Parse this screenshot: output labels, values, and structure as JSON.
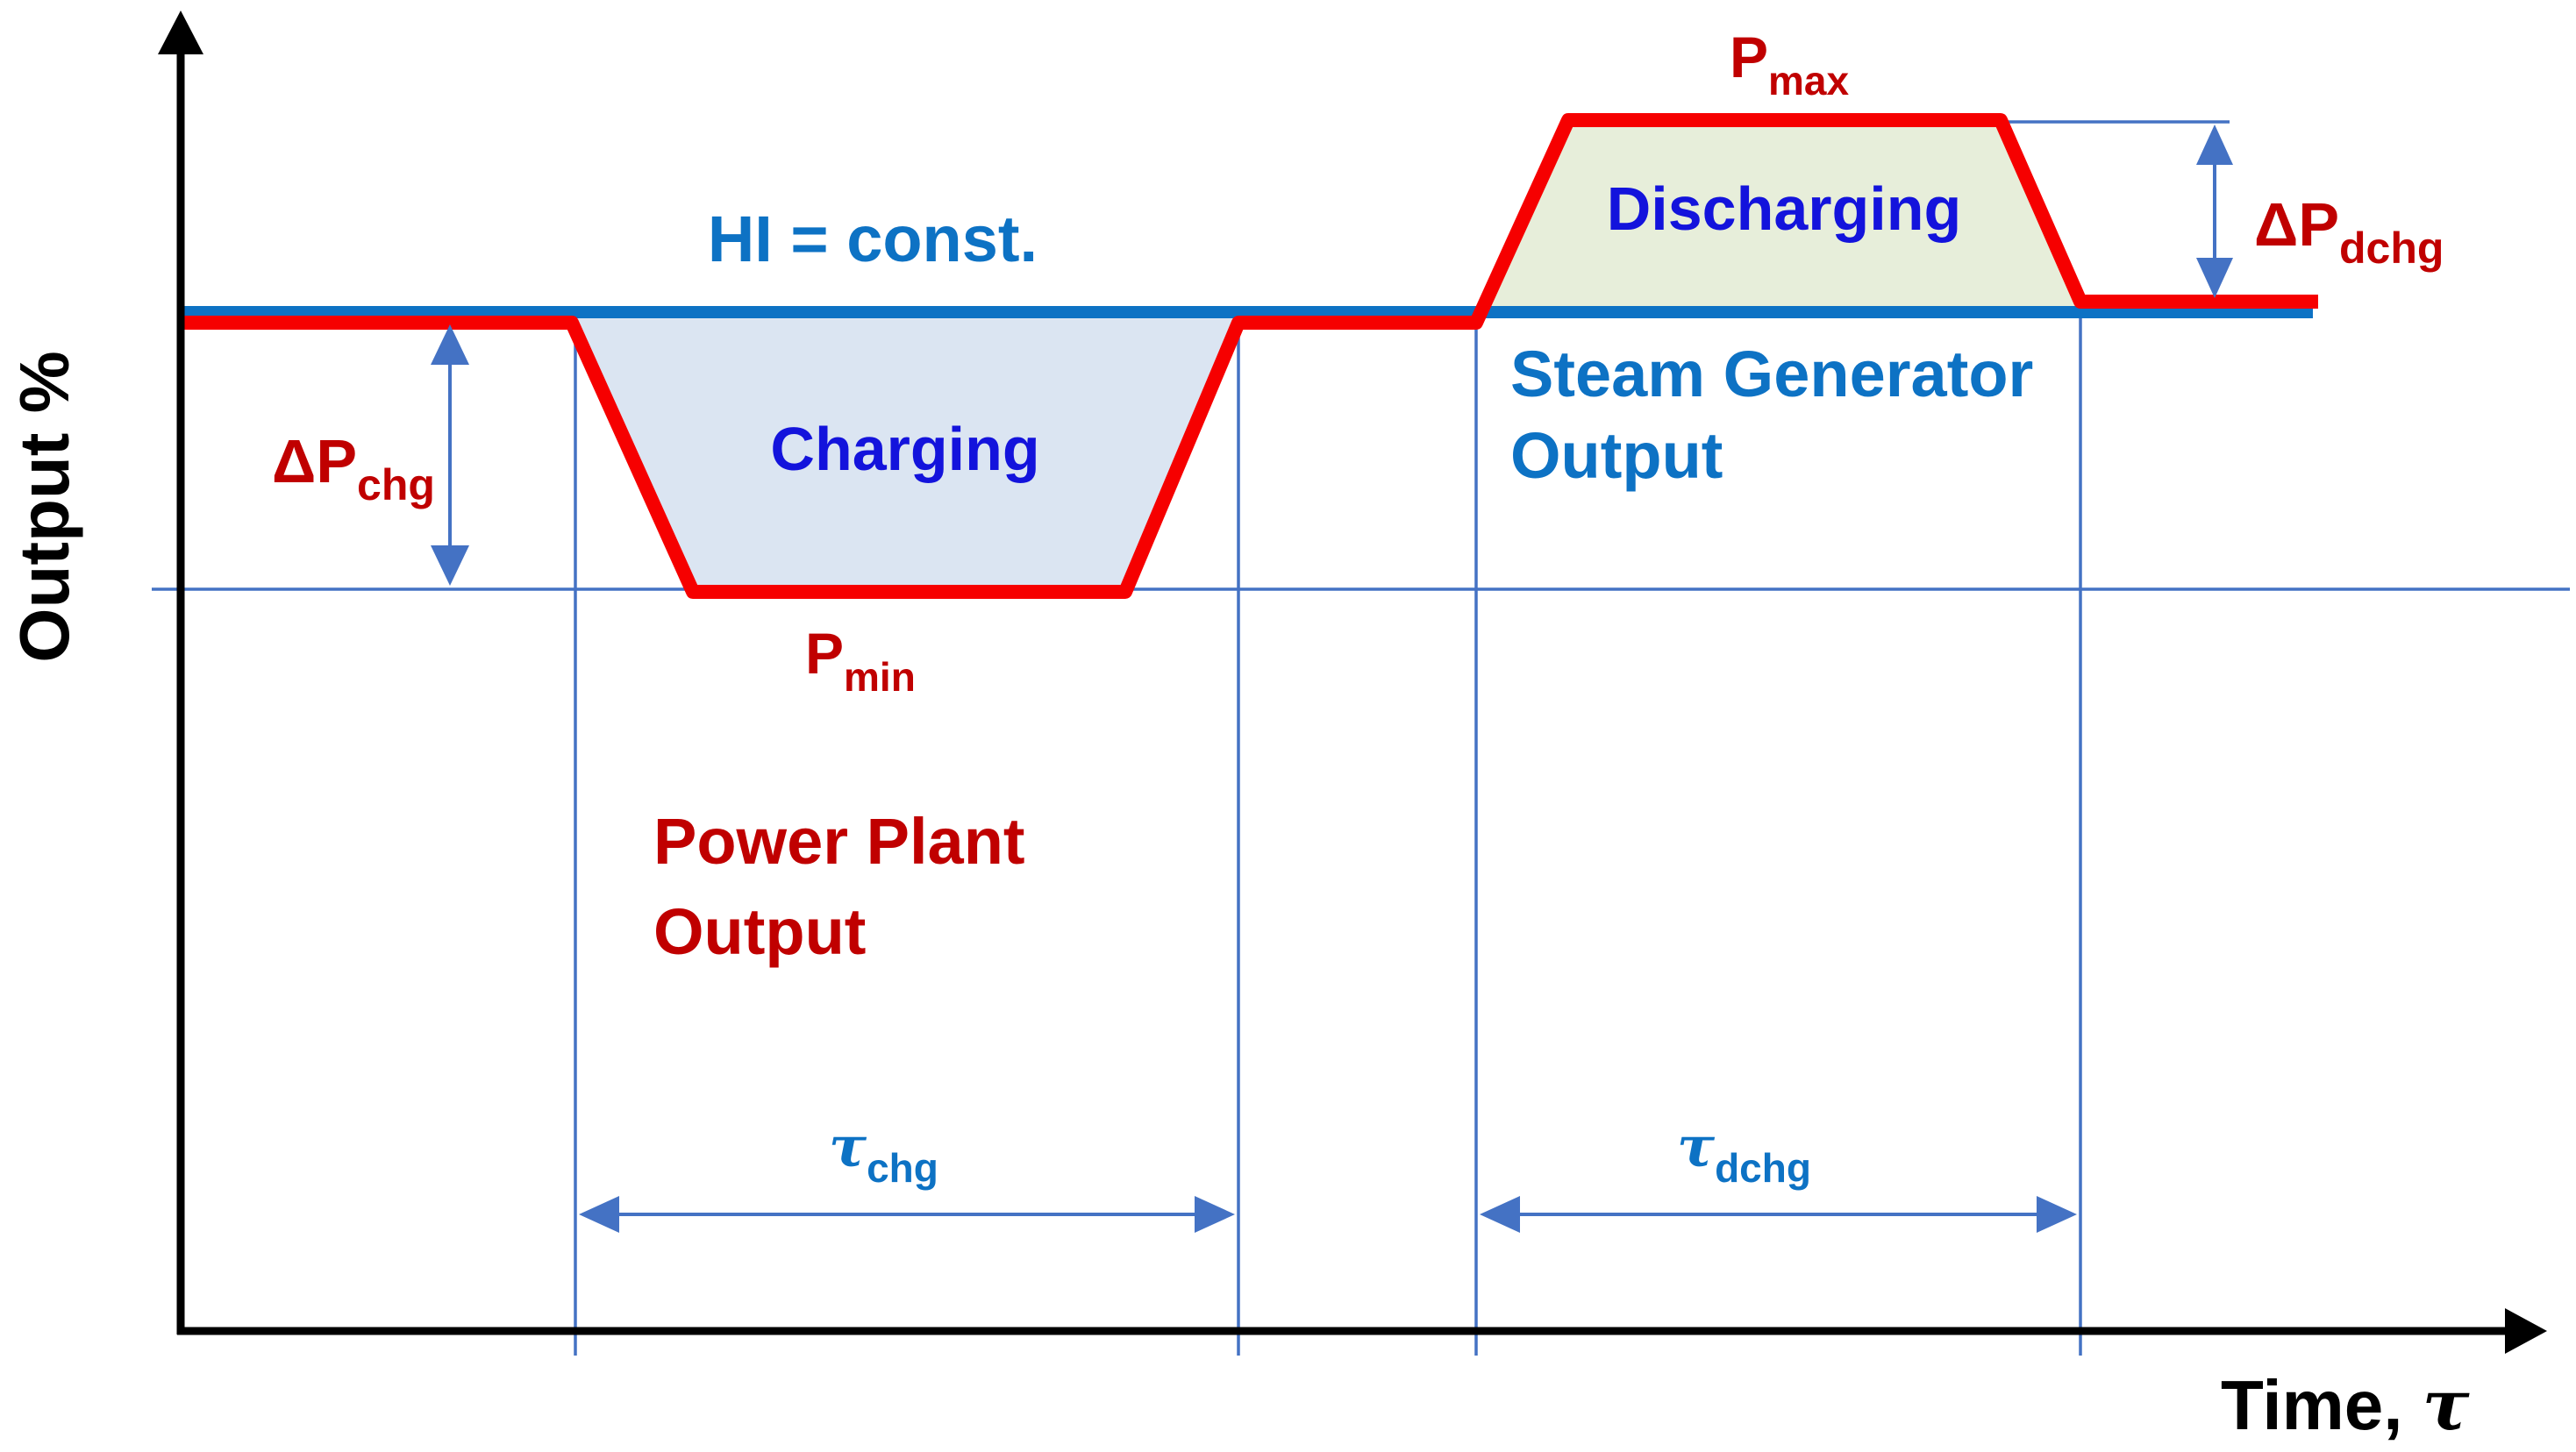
{
  "colors": {
    "red": "#f60000",
    "dark_red": "#c00000",
    "steel_blue": "#0d72c4",
    "label_blue": "#1313dc",
    "dim_blue": "#4472c4",
    "charging_fill": "#dbe5f2",
    "discharging_fill": "#e7eeda",
    "black": "#000000"
  },
  "axis": {
    "y_label": "Output %",
    "x_label_main": "Time, ",
    "x_label_tau": "τ"
  },
  "labels": {
    "hi": "HI = const.",
    "charging": "Charging",
    "discharging": "Discharging",
    "steam_line1": "Steam Generator",
    "steam_line2": "Output",
    "power_line1": "Power Plant",
    "power_line2": "Output",
    "pmin_main": "P",
    "pmin_sub": "min",
    "pmax_main": "P",
    "pmax_sub": "max",
    "dp_chg_main": "ΔP",
    "dp_chg_sub": "chg",
    "dp_dchg_main": "ΔP",
    "dp_dchg_sub": "dchg",
    "tau_chg_main": "τ",
    "tau_chg_sub": "chg",
    "tau_dchg_main": "τ",
    "tau_dchg_sub": "dchg"
  }
}
